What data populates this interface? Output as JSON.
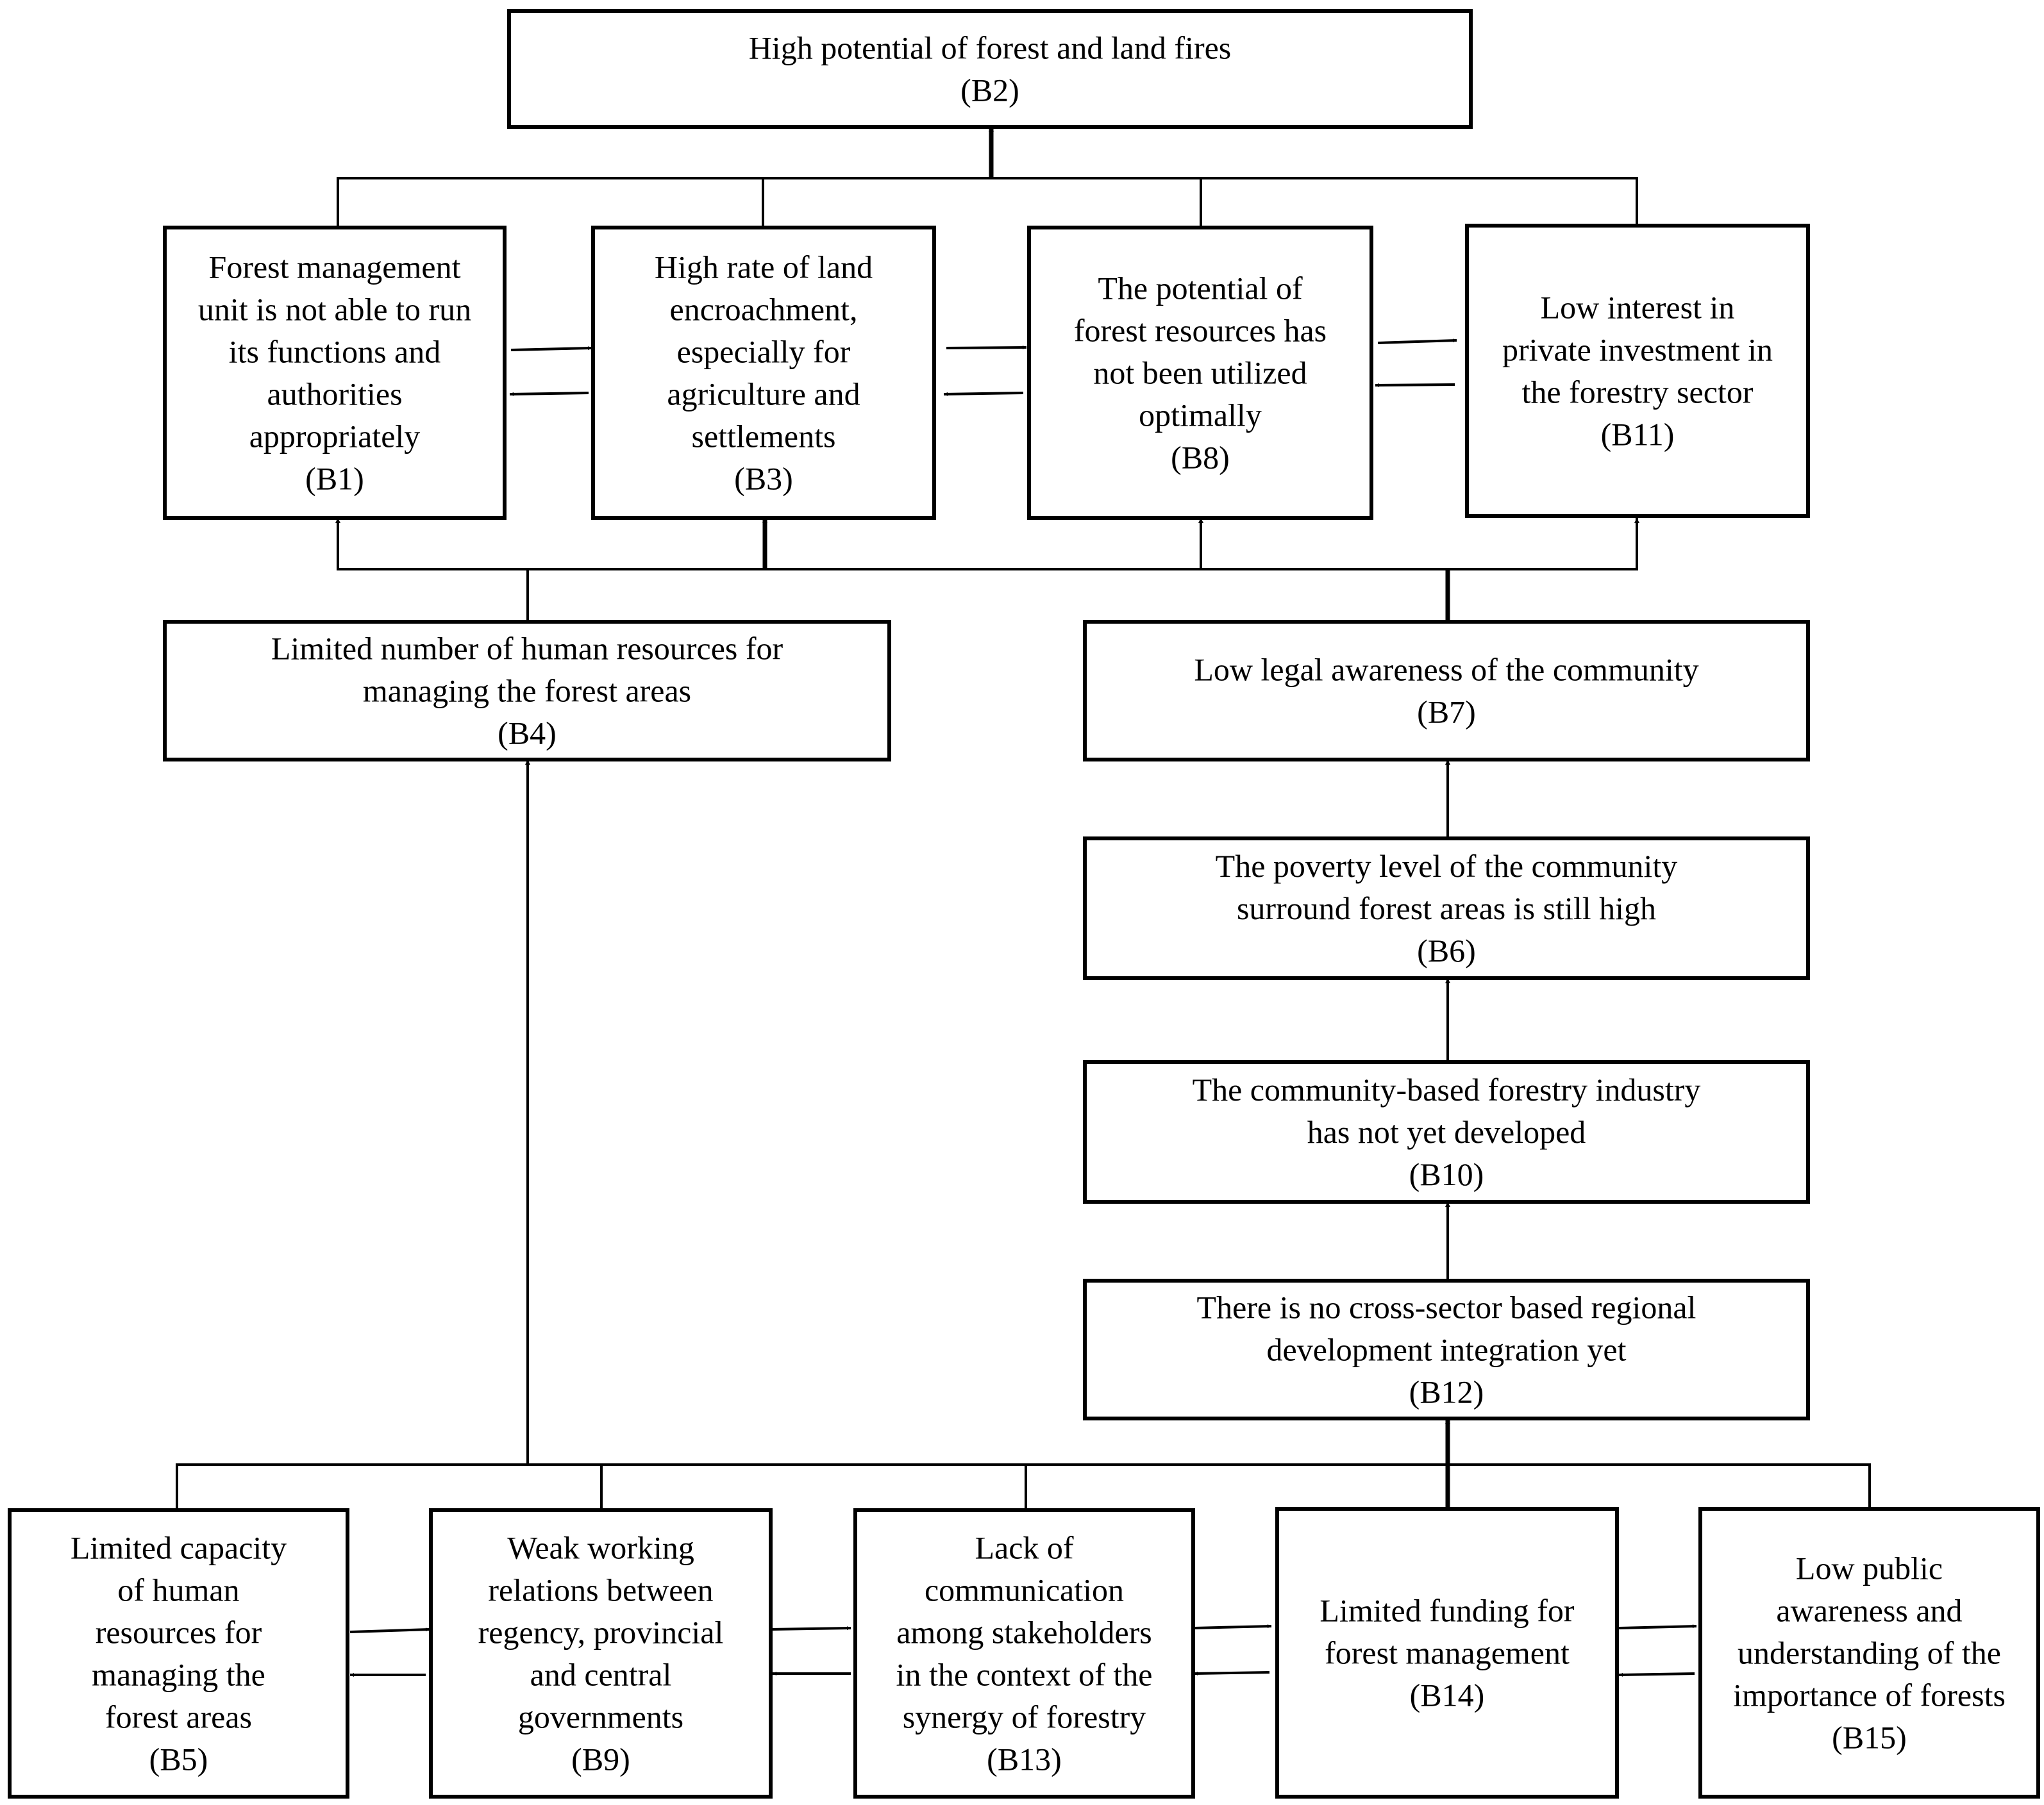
{
  "nodes": [
    {
      "id": "B2",
      "lines": [
        "High potential of forest and land fires",
        "(B2)"
      ]
    },
    {
      "id": "B1",
      "lines": [
        "Forest management",
        "unit is not able to run",
        "its functions and",
        "authorities",
        "appropriately",
        "(B1)"
      ]
    },
    {
      "id": "B3",
      "lines": [
        "High rate of land",
        "encroachment,",
        "especially for",
        "agriculture and",
        "settlements",
        "(B3)"
      ]
    },
    {
      "id": "B8",
      "lines": [
        "The potential of",
        "forest resources has",
        "not been utilized",
        "optimally",
        "(B8)"
      ]
    },
    {
      "id": "B11",
      "lines": [
        "Low interest in",
        "private investment in",
        "the forestry sector",
        "(B11)"
      ]
    },
    {
      "id": "B4",
      "lines": [
        "Limited number of human resources for",
        "managing the forest areas",
        "(B4)"
      ]
    },
    {
      "id": "B7",
      "lines": [
        "Low legal awareness of the community",
        "(B7)"
      ]
    },
    {
      "id": "B6",
      "lines": [
        "The poverty level of the community",
        "surround forest areas is still high",
        "(B6)"
      ]
    },
    {
      "id": "B10",
      "lines": [
        "The community-based forestry industry",
        "has not yet developed",
        "(B10)"
      ]
    },
    {
      "id": "B12",
      "lines": [
        "There is no cross-sector based regional",
        "development integration yet",
        "(B12)"
      ]
    },
    {
      "id": "B5",
      "lines": [
        "Limited capacity",
        "of human",
        "resources for",
        "managing the",
        "forest areas",
        "(B5)"
      ]
    },
    {
      "id": "B9",
      "lines": [
        "Weak working",
        "relations between",
        "regency, provincial",
        "and central",
        "governments",
        "(B9)"
      ]
    },
    {
      "id": "B13",
      "lines": [
        "Lack of",
        "communication",
        "among stakeholders",
        "in the context of the",
        "synergy of forestry",
        "(B13)"
      ]
    },
    {
      "id": "B14",
      "lines": [
        "Limited funding for",
        "forest management",
        "(B14)"
      ]
    },
    {
      "id": "B15",
      "lines": [
        "Low public",
        "awareness and",
        "understanding of the",
        "importance of forests",
        "(B15)"
      ]
    }
  ]
}
